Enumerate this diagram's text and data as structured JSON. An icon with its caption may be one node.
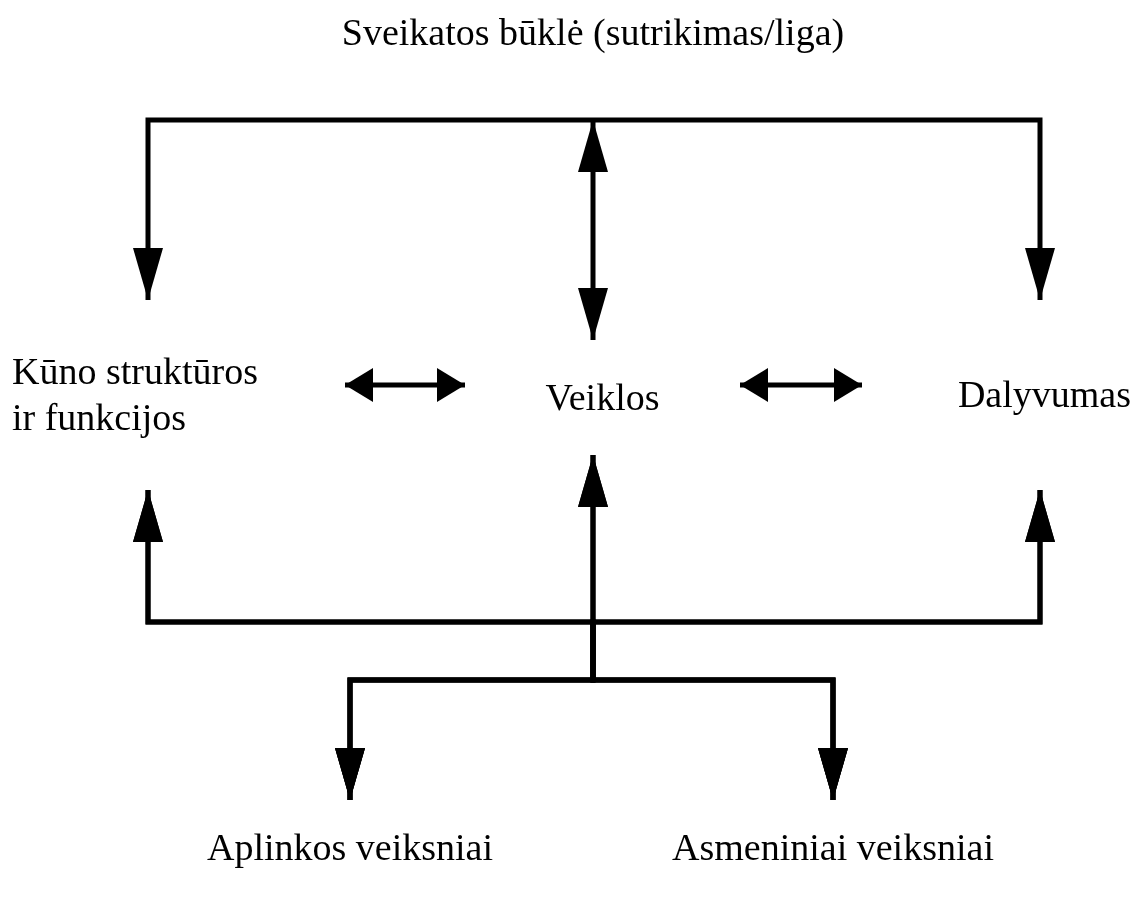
{
  "diagram": {
    "nodes": [
      {
        "text": [
          "Sveikatos būklė (sutrikimas/liga)"
        ]
      },
      {
        "text": [
          "Kūno struktūros ir funkcijos"
        ]
      },
      {
        "text": [
          "Veiklos"
        ]
      },
      {
        "text": [
          "Dalyvumas"
        ]
      },
      {
        "text": [
          "Aplinkos veiksniai"
        ]
      },
      {
        "text": [
          "Asmeniniai veiksniai"
        ]
      }
    ],
    "edges": [
      {
        "from": 0,
        "to": 1,
        "arrow": "to"
      },
      {
        "from": 0,
        "to": 2,
        "arrow": "both"
      },
      {
        "from": 0,
        "to": 3,
        "arrow": "to"
      },
      {
        "from": 1,
        "to": 2,
        "arrow": "both"
      },
      {
        "from": 2,
        "to": 3,
        "arrow": "both"
      },
      {
        "from": 4,
        "to": 1,
        "arrow": "both"
      },
      {
        "from": 4,
        "to": 2,
        "arrow": "both"
      },
      {
        "from": 4,
        "to": 3,
        "arrow": "both"
      },
      {
        "from": 5,
        "to": 1,
        "arrow": "both"
      },
      {
        "from": 5,
        "to": 2,
        "arrow": "both"
      },
      {
        "from": 5,
        "to": 3,
        "arrow": "both"
      }
    ]
  }
}
